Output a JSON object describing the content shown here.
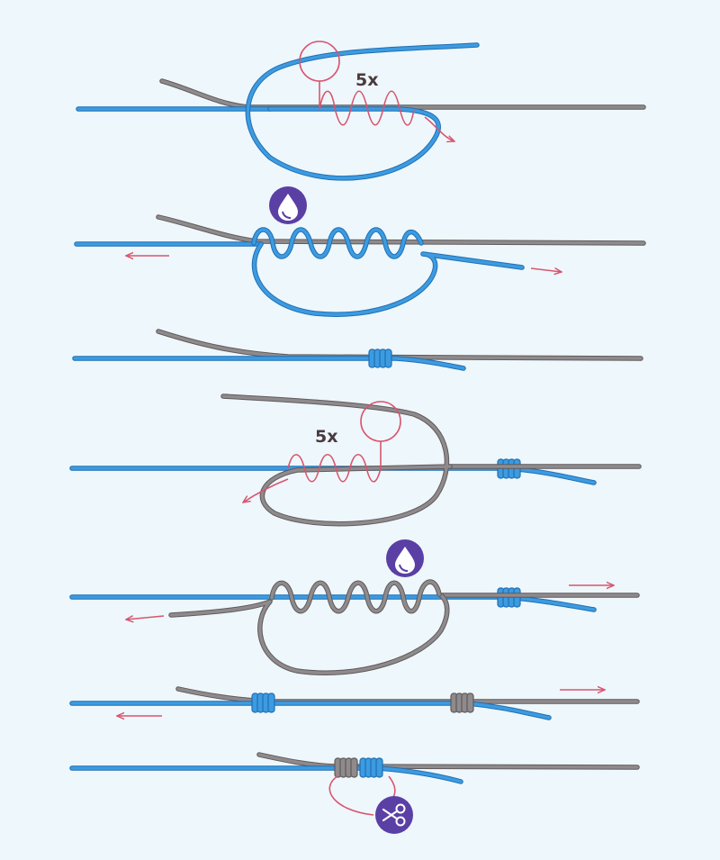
{
  "diagram": {
    "type": "knot-tying-steps",
    "step_count": 7,
    "colors": {
      "background": "#eef7fb",
      "blue_line": "#3d9be0",
      "blue_line_edge": "#1f6fb5",
      "gray_line": "#8f8a8c",
      "gray_line_edge": "#5f5a5c",
      "motion_arrow": "#d8556f",
      "badge": "#5a3fa5"
    },
    "wrap_counts": [
      "5x",
      "5x"
    ],
    "icons": [
      "water-drop-icon",
      "water-drop-icon",
      "scissors-icon"
    ],
    "steps": [
      {
        "step": 1,
        "working_line": "blue",
        "turns": 5,
        "label_index": 0
      },
      {
        "step": 2,
        "working_line": "blue",
        "turns": 5,
        "icon": "water-drop-icon"
      },
      {
        "step": 3,
        "working_line": "blue",
        "action": "first-knot-formed"
      },
      {
        "step": 4,
        "working_line": "gray",
        "turns": 5,
        "label_index": 1
      },
      {
        "step": 5,
        "working_line": "gray",
        "turns": 5,
        "icon": "water-drop-icon"
      },
      {
        "step": 6,
        "working_line": "both",
        "action": "slide-knots-together"
      },
      {
        "step": 7,
        "working_line": "both",
        "action": "trim-tag-ends",
        "icon": "scissors-icon"
      }
    ]
  }
}
